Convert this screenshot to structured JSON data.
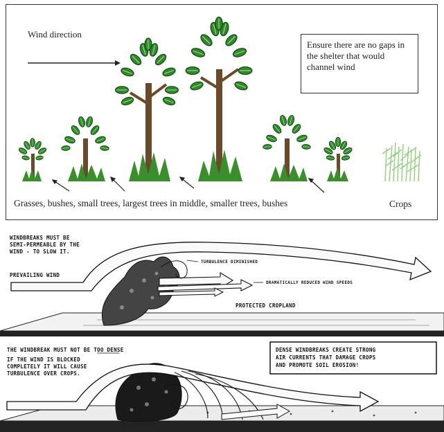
{
  "top_panel": {
    "wind_label": "Wind direction",
    "note": "Ensure there are no gaps in the shelter that would channel wind",
    "caption": "Grasses, bushes, small trees, largest trees in middle, smaller trees, bushes",
    "crops_label": "Crops"
  },
  "middle_panel": {
    "heading_line1": "WINDBREAKS MUST BE",
    "heading_line2": "SEMI-PERMEABLE BY THE",
    "heading_line3": "WIND - TO SLOW IT.",
    "prevailing": "PREVAILING WIND",
    "turbulence": "TURBULENCE DIMINISHED",
    "reduced": "DRAMATICALLY REDUCED WIND SPEEDS",
    "protected": "PROTECTED CROPLAND"
  },
  "bottom_panel": {
    "heading": "THE WINDBREAK MUST NOT BE TOO DENSE",
    "blocked_line1": "IF THE WIND IS BLOCKED",
    "blocked_line2": "COMPLETELY IT WILL CAUSE",
    "blocked_line3": "TURBULENCE OVER CROPS.",
    "box_line1": "DENSE WINDBREAKS CREATE STRONG",
    "box_line2": "AIR CURRENTS THAT DAMAGE CROPS",
    "box_line3": "AND PROMOTE SOIL EROSION!"
  },
  "colors": {
    "leaf": "#2f8a2a",
    "leaf_light": "#7cc56d",
    "trunk": "#6b4a2c",
    "grass": "#3a8f2c",
    "crops": "#8fd17c"
  }
}
